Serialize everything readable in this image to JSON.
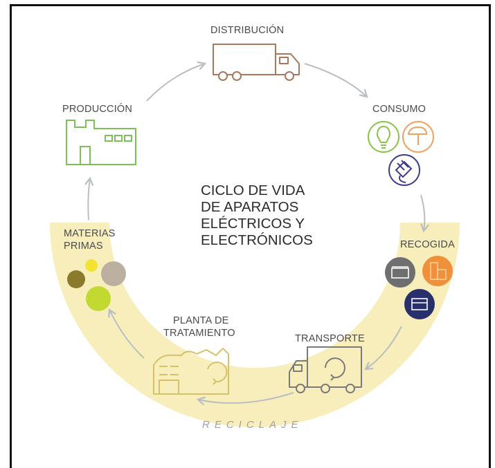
{
  "title": {
    "line1": "CICLO DE VIDA",
    "line2": "DE APARATOS",
    "line3": "ELÉCTRICOS Y",
    "line4": "ELECTRÓNICOS"
  },
  "stages": {
    "distribucion": "DISTRIBUCIÓN",
    "consumo": "CONSUMO",
    "recogida": "RECOGIDA",
    "transporte": "TRANSPORTE",
    "planta_line1": "PLANTA DE",
    "planta_line2": "TRATAMIENTO",
    "materias_line1": "MATERIAS",
    "materias_line2": "PRIMAS",
    "produccion": "PRODUCCIÓN"
  },
  "band_label": "RECICLAJE",
  "colors": {
    "band": "#f7eebb",
    "arrow": "#b9bec3",
    "distribucion": "#a9785a",
    "produccion": "#7cc05a",
    "consumo_green": "#8cc34a",
    "consumo_orange": "#f0a060",
    "consumo_blue": "#3c3c8c",
    "recogida_gray": "#6f6f6f",
    "recogida_orange": "#f0903a",
    "recogida_navy": "#27306b",
    "planta": "#d6c16b",
    "transporte": "#7a7a7a"
  }
}
